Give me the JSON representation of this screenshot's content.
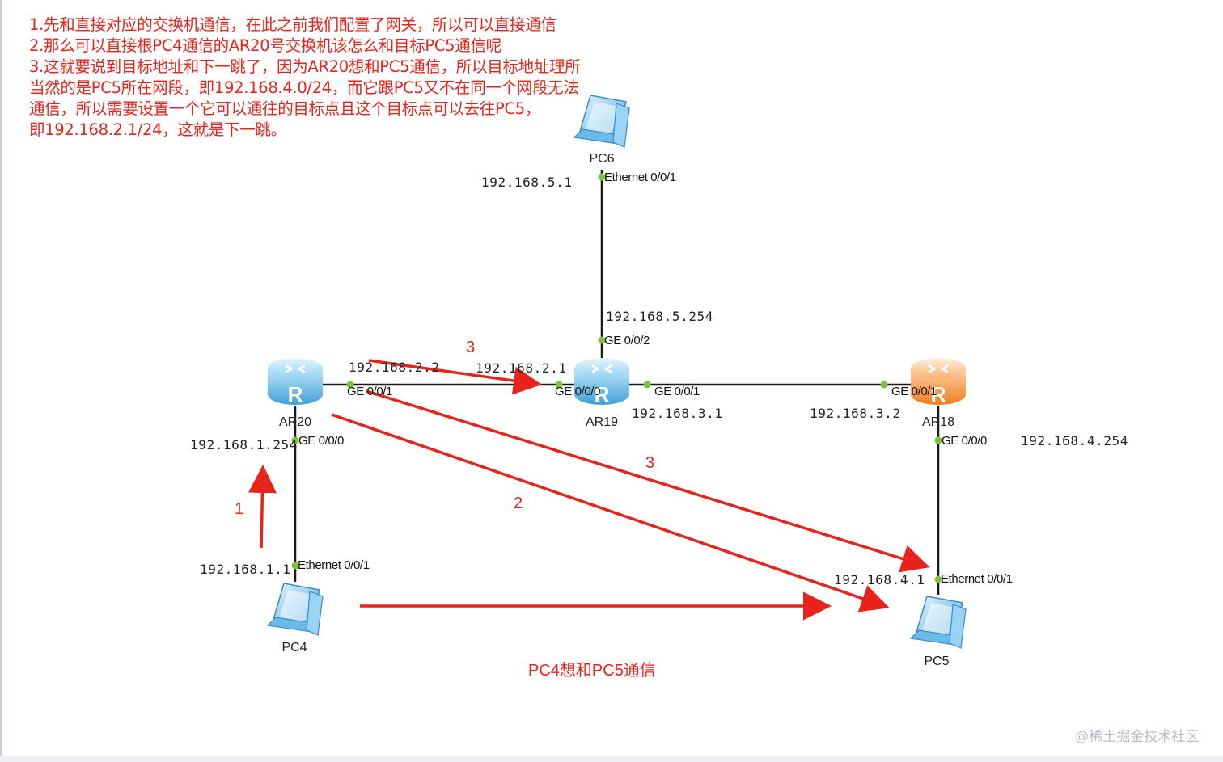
{
  "notes": [
    "1.先和直接对应的交换机通信，在此之前我们配置了网关，所以可以直接通信",
    "2.那么可以直接根PC4通信的AR20号交换机该怎么和目标PC5通信呢",
    "3.这就要说到目标地址和下一跳了，因为AR20想和PC5通信，所以目标地址理所",
    "当然的是PC5所在网段，即192.168.4.0/24，而它跟PC5又不在同一个网段无法",
    "通信，所以需要设置一个它可以通往的目标点且这个目标点可以去往PC5，",
    "即192.168.2.1/24，这就是下一跳。"
  ],
  "devices": {
    "pc6": "PC6",
    "pc4": "PC4",
    "pc5": "PC5",
    "ar20": "AR20",
    "ar19": "AR19",
    "ar18": "AR18"
  },
  "ips": {
    "pc6": "192.168.5.1",
    "ar19_top": "192.168.5.254",
    "ar20_right": "192.168.2.2",
    "ar19_left": "192.168.2.1",
    "ar19_right": "192.168.3.1",
    "ar18_left": "192.168.3.2",
    "ar20_bottom": "192.168.1.254",
    "ar18_bottom": "192.168.4.254",
    "pc4": "192.168.1.1",
    "pc5": "192.168.4.1"
  },
  "ports": {
    "pc6_eth": "Ethernet 0/0/1",
    "ar19_ge002": "GE 0/0/2",
    "ar20_ge001": "GE 0/0/1",
    "ar19_ge000": "GE 0/0/0",
    "ar19_ge001": "GE 0/0/1",
    "ar18_ge001": "GE 0/0/1",
    "ar20_ge000": "GE 0/0/0",
    "ar18_ge000": "GE 0/0/0",
    "pc4_eth": "Ethernet 0/0/1",
    "pc5_eth": "Ethernet 0/0/1"
  },
  "steps": {
    "s1": "1",
    "s2": "2",
    "s3a": "3",
    "s3b": "3"
  },
  "caption": "PC4想和PC5通信",
  "watermark": "@稀土掘金技术社区",
  "colors": {
    "annotation": "#e8231b",
    "router_blue": "#5cb6e6",
    "router_orange": "#f0862c",
    "link": "#1a1a1a",
    "port_dot": "#7ec23a"
  }
}
